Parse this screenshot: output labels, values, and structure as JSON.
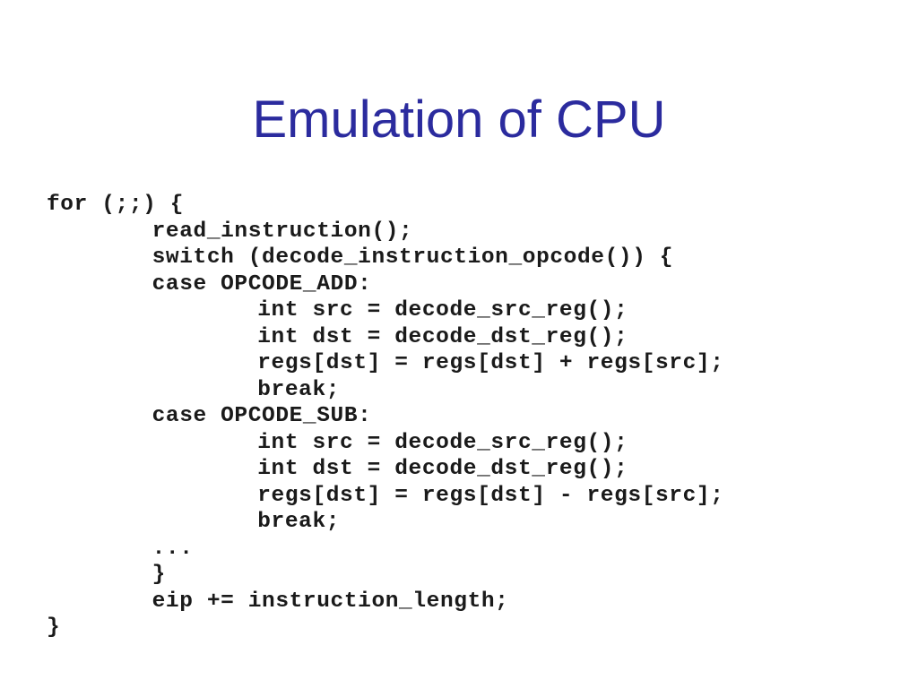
{
  "slide": {
    "title": "Emulation of CPU",
    "colors": {
      "title": "#2b2b9e",
      "code": "#1a1a1a",
      "background": "#ffffff"
    },
    "code_lines": [
      {
        "indent": 0,
        "text": "for (;;) {"
      },
      {
        "indent": 1,
        "text": "read_instruction();"
      },
      {
        "indent": 1,
        "text": "switch (decode_instruction_opcode()) {"
      },
      {
        "indent": 1,
        "text": "case OPCODE_ADD:"
      },
      {
        "indent": 2,
        "text": "int src = decode_src_reg();"
      },
      {
        "indent": 2,
        "text": "int dst = decode_dst_reg();"
      },
      {
        "indent": 2,
        "text": "regs[dst] = regs[dst] + regs[src];"
      },
      {
        "indent": 2,
        "text": "break;"
      },
      {
        "indent": 1,
        "text": "case OPCODE_SUB:"
      },
      {
        "indent": 2,
        "text": "int src = decode_src_reg();"
      },
      {
        "indent": 2,
        "text": "int dst = decode_dst_reg();"
      },
      {
        "indent": 2,
        "text": "regs[dst] = regs[dst] - regs[src];"
      },
      {
        "indent": 2,
        "text": "break;"
      },
      {
        "indent": 1,
        "text": "..."
      },
      {
        "indent": 1,
        "text": "}"
      },
      {
        "indent": 1,
        "text": "eip += instruction_length;"
      },
      {
        "indent": 0,
        "text": "}"
      }
    ]
  }
}
